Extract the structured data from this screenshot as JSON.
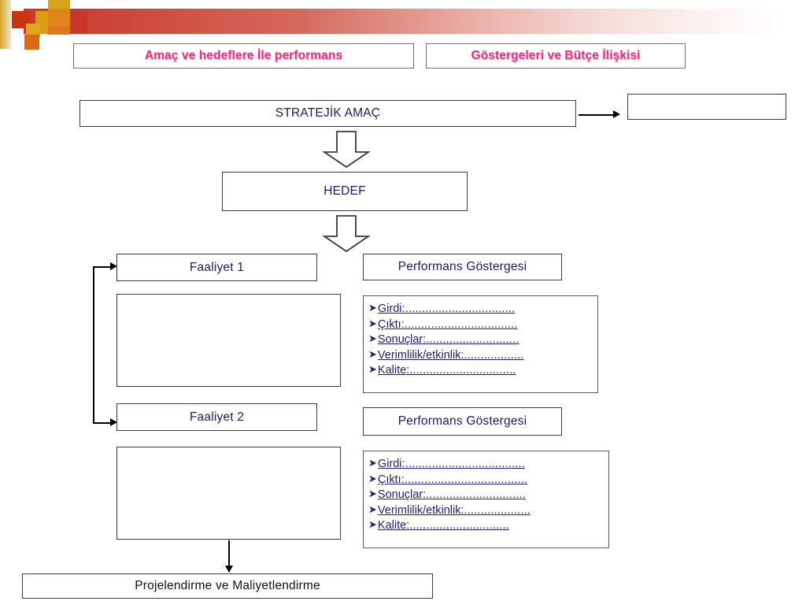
{
  "header": {
    "titles": [
      {
        "text": "Amaç ve hedeflere İle performans"
      },
      {
        "text": "Göstergeleri ve Bütçe İlişkisi"
      }
    ],
    "accent_colors": {
      "red": "#c8382c",
      "orange": "#e8821e",
      "gold": "#d4a017",
      "deep_red": "#cc3311",
      "title_pink": "#e8327e"
    }
  },
  "flow": {
    "strategic_goal": "STRATEJİK AMAÇ",
    "side_box": "",
    "target": "HEDEF",
    "activity_1": "Faaliyet 1",
    "activity_2": "Faaliyet 2",
    "activity_1_detail": "",
    "activity_2_detail": "",
    "indicator_1": "Performans Göstergesi",
    "indicator_2": "Performans Göstergesi",
    "bottom": "Projelendirme ve  Maliyetlendirme"
  },
  "indicator_lists": [
    {
      "items": [
        {
          "bullet": "chevron-right-bullet",
          "label": "Girdi",
          "sep": ":",
          "dots": "................................."
        },
        {
          "bullet": "chevron-right-bullet",
          "label": "Çıktı:",
          "sep": "",
          "dots": ".................................."
        },
        {
          "bullet": "chevron-right-bullet",
          "label": "Sonuçlar:",
          "sep": "",
          "dots": "............................"
        },
        {
          "bullet": "chevron-right-bullet",
          "label": "Verimlilik/etkinlik:",
          "sep": "",
          "dots": ".................."
        },
        {
          "bullet": "chevron-right-bullet",
          "label": "Kalite:",
          "sep": "",
          "dots": "................................"
        }
      ]
    },
    {
      "items": [
        {
          "bullet": "chevron-right-bullet",
          "label": "Girdi",
          "sep": ":",
          "dots": "...................................."
        },
        {
          "bullet": "chevron-right-bullet",
          "label": "Çıktı:",
          "sep": "",
          "dots": "....................................."
        },
        {
          "bullet": "chevron-right-bullet",
          "label": "Sonuçlar:",
          "sep": "",
          "dots": ".............................."
        },
        {
          "bullet": "chevron-right-bullet",
          "label": "Verimlilik/etkinlik:",
          "sep": "",
          "dots": "...................."
        },
        {
          "bullet": "chevron-right-bullet",
          "label": "Kalite:",
          "sep": "",
          "dots": ".............................."
        }
      ]
    }
  ]
}
